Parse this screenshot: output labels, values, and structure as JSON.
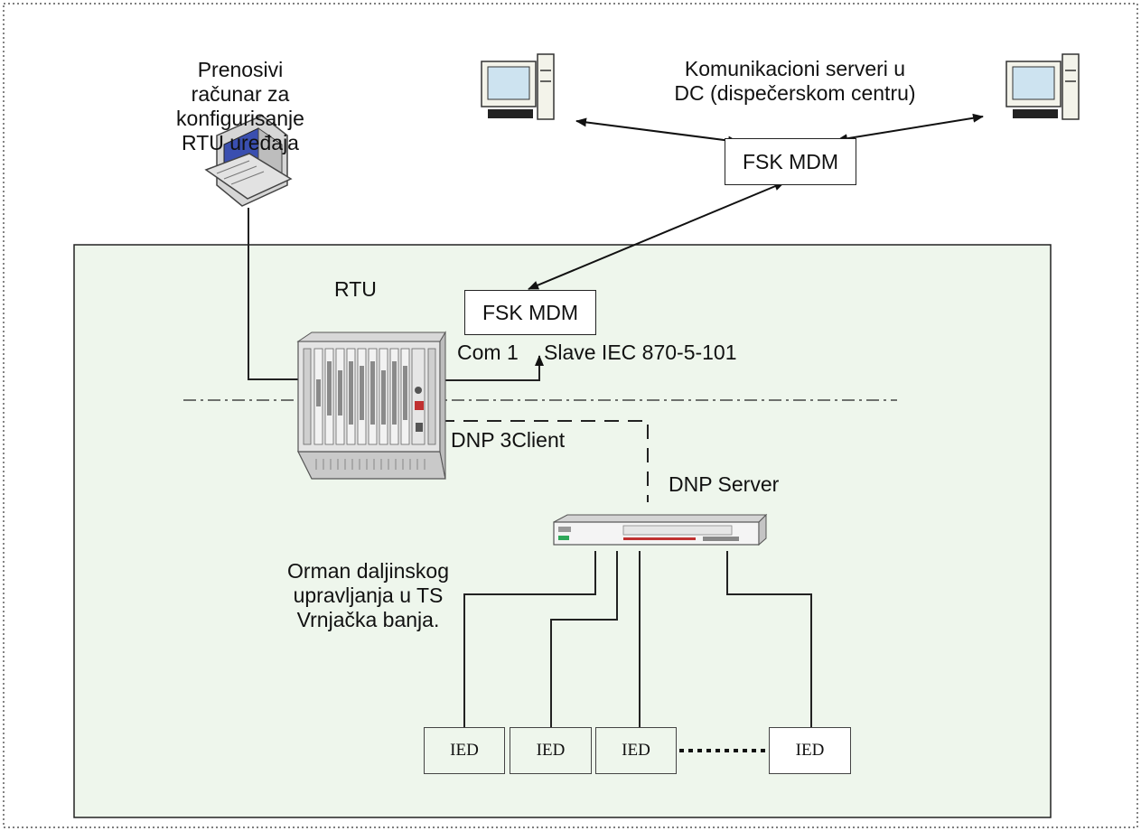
{
  "labels": {
    "laptop": "Prenosivi\nračunar za\nkonfigurisanje\nRTU uređaja",
    "servers": "Komunikacioni serveri u\nDC (dispečerskom centru)",
    "fsk_top": "FSK MDM",
    "fsk_rtu": "FSK MDM",
    "rtu": "RTU",
    "com1": "Com 1",
    "slave": "Slave IEC 870-5-101",
    "dnp_client": "DNP 3Client",
    "dnp_server": "DNP Server",
    "orman": "Orman daljinskog\nupravljanja u TS\nVrnjačka banja."
  },
  "ieds": [
    "IED",
    "IED",
    "IED",
    "IED"
  ],
  "colors": {
    "panel_fill": "#eef6ec",
    "ied_fill": "#eef6ec",
    "ied_last_fill": "#ffffff",
    "line": "#222222"
  }
}
